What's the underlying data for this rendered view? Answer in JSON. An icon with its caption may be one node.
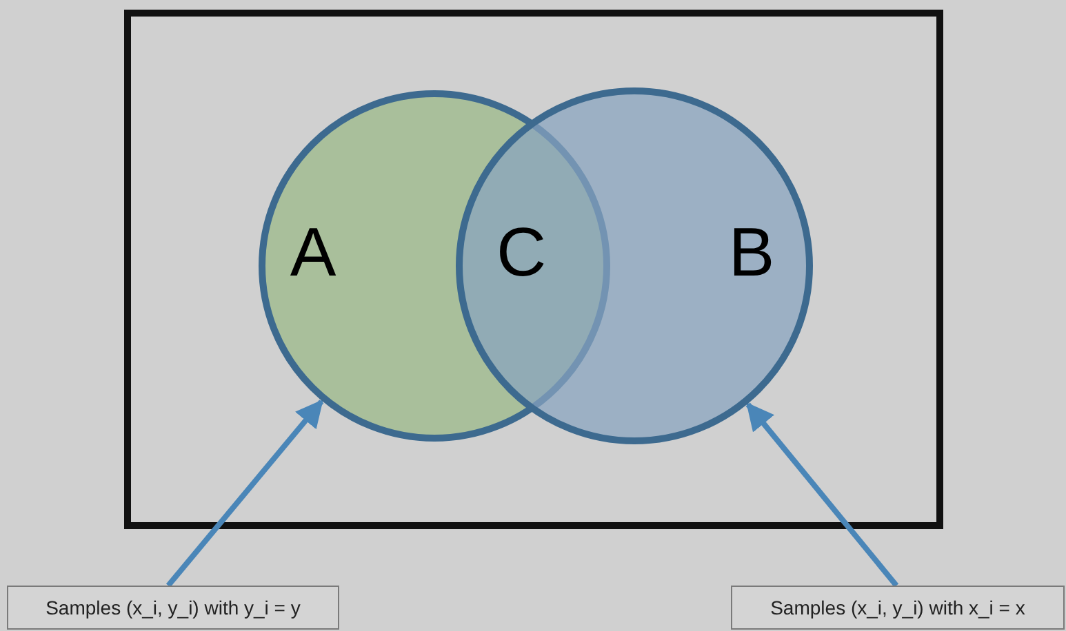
{
  "diagram": {
    "nodes": [
      {
        "text": [],
        "shape": "box"
      },
      {
        "text": [
          "A"
        ],
        "in": 0
      },
      {
        "text": [
          "B"
        ],
        "in": 0
      },
      {
        "text": [
          "Samples (x_i, y_i) with y_i = y"
        ]
      },
      {
        "text": [
          "Samples (x_i, y_i) with x_i = x"
        ]
      }
    ],
    "edges": [
      {
        "from": 3,
        "to": 1,
        "arrow": "to"
      },
      {
        "from": 4,
        "to": 2,
        "arrow": "to"
      }
    ],
    "labels": [
      "C"
    ]
  }
}
